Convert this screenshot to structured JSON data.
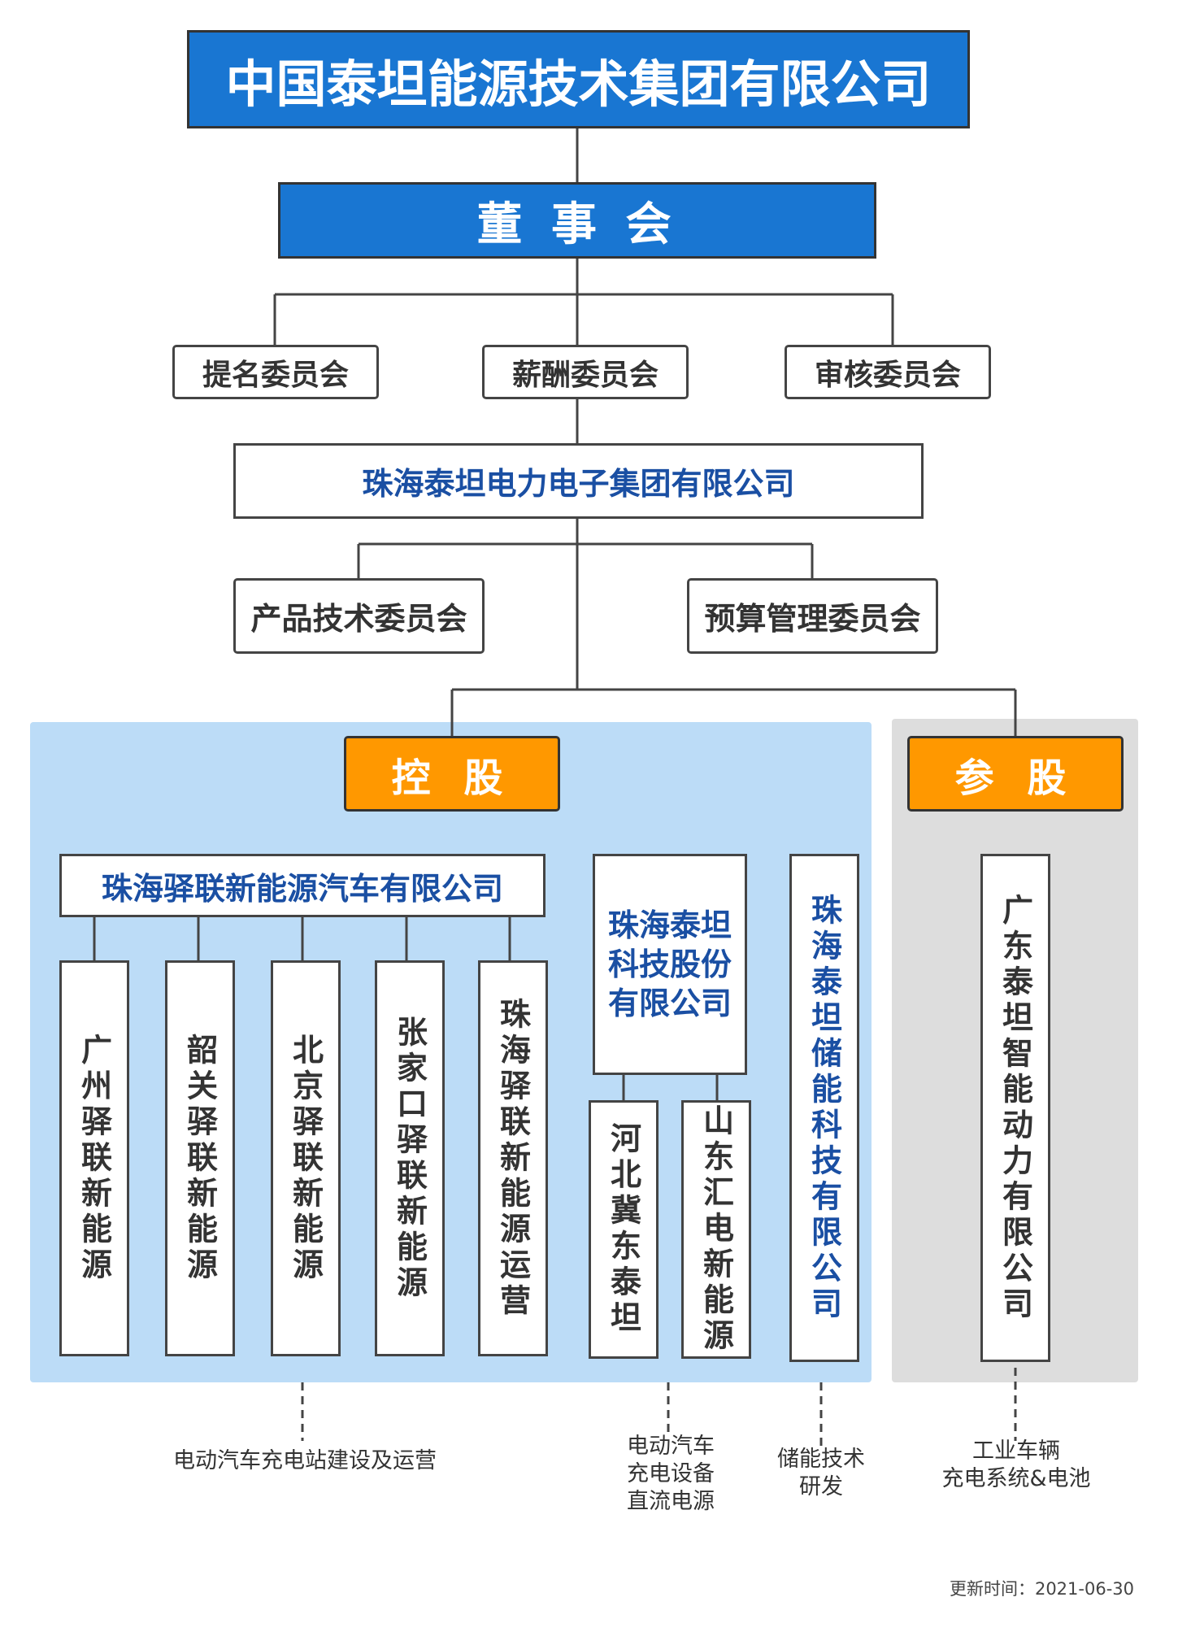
{
  "group_company": "中国泰坦能源技术集团有限公司",
  "board": "董 事 会",
  "committees": [
    "提名委员会",
    "薪酬委员会",
    "审核委员会"
  ],
  "main_subsidiary": "珠海泰坦电力电子集团有限公司",
  "sub_committees": [
    "产品技术委员会",
    "预算管理委员会"
  ],
  "holding": {
    "label": "控 股",
    "yilian": {
      "name": "珠海驿联新能源汽车有限公司",
      "branches": [
        "广州驿联新能源",
        "韶关驿联新能源",
        "北京驿联新能源",
        "张家口驿联新能源",
        "珠海驿联新能源运营"
      ]
    },
    "titan_tech": {
      "name": "珠海泰坦科技股份有限公司",
      "name_lines": [
        "珠海泰坦",
        "科技股份",
        "有限公司"
      ],
      "branches": [
        "河北冀东泰坦",
        "山东汇电新能源"
      ]
    },
    "storage": "珠海泰坦储能科技有限公司"
  },
  "participation": {
    "label": "参 股",
    "company": "广东泰坦智能动力有限公司"
  },
  "captions": {
    "charging": "电动汽车充电站建设及运营",
    "equipment": [
      "电动汽车",
      "充电设备",
      "直流电源"
    ],
    "storage_rd": [
      "储能技术",
      "研发"
    ],
    "industrial": [
      "工业车辆",
      "充电系统&电池"
    ]
  },
  "updated": "更新时间：2021-06-30",
  "colors": {
    "primary_blue": "#1976d2",
    "orange": "#ff9800",
    "holding_panel": "#bcdcf7",
    "participation_panel": "#dddddd",
    "company_text": "#1a4fa3"
  }
}
